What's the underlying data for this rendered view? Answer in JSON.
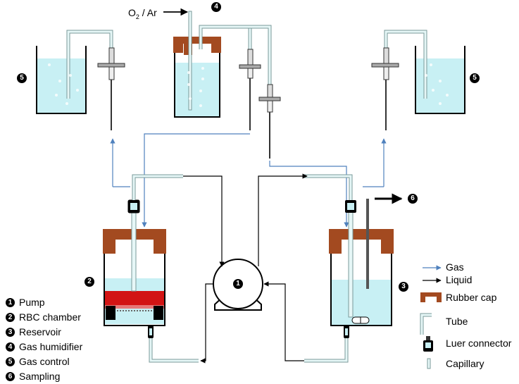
{
  "gas_inlet": {
    "label_main": "O",
    "label_sub": "2",
    "label_rest": " / Ar"
  },
  "badges": {
    "humidifier": "4",
    "gas_control_left": "5",
    "gas_control_right": "5",
    "rbc_chamber": "2",
    "reservoir": "3",
    "pump": "1",
    "sampling": "6"
  },
  "numbered_legend": [
    {
      "num": "1",
      "label": "Pump"
    },
    {
      "num": "2",
      "label": "RBC chamber"
    },
    {
      "num": "3",
      "label": "Reservoir"
    },
    {
      "num": "4",
      "label": "Gas humidifier"
    },
    {
      "num": "5",
      "label": "Gas control"
    },
    {
      "num": "6",
      "label": "Sampling"
    }
  ],
  "symbol_key": {
    "gas": "Gas",
    "liquid": "Liquid",
    "rubber_cap": "Rubber cap",
    "tube": "Tube",
    "luer": "Luer connector",
    "capillary": "Capillary"
  },
  "colors": {
    "water": "#c8f0f4",
    "rubber": "#a34a20",
    "red_cells": "#d21414",
    "gas_line": "#4f81bd",
    "liquid_line": "#000000",
    "tube_fill": "#e6f7f7",
    "tube_edge": "#7a9a9a"
  }
}
